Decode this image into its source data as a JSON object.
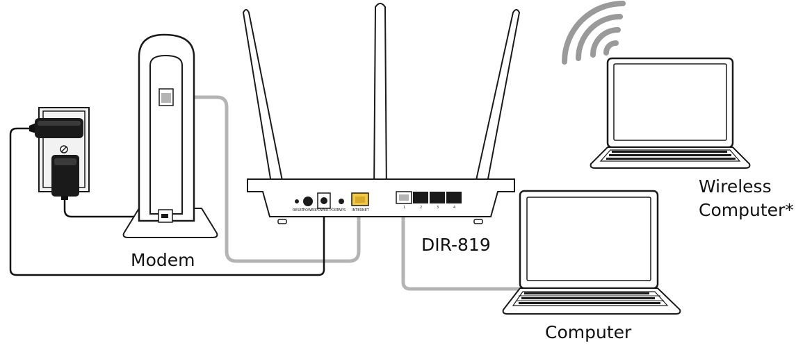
{
  "labels": {
    "modem": "Modem",
    "router": "DIR-819",
    "computer": "Computer",
    "wireless_line1": "Wireless",
    "wireless_line2": "Computer*"
  },
  "router_ports": {
    "reset": "RESET",
    "power": "POWER",
    "power_port": "POWER PORT",
    "wps": "WPS",
    "internet": "INTERNET",
    "lan1": "1",
    "lan2": "2",
    "lan3": "3",
    "lan4": "4"
  },
  "icons": {
    "wall_outlet": "wall-outlet-icon",
    "power_adapter": "power-adapter-icon",
    "wifi_signal": "wifi-signal-icon"
  },
  "colors": {
    "line": "#1a1a1a",
    "ethernet_cable": "#b4b4b4",
    "power_cable": "#111111",
    "internet_port": "#f5c842",
    "wifi_waves": "#9a9a9a",
    "outlet_fill": "#f2f2f2"
  }
}
